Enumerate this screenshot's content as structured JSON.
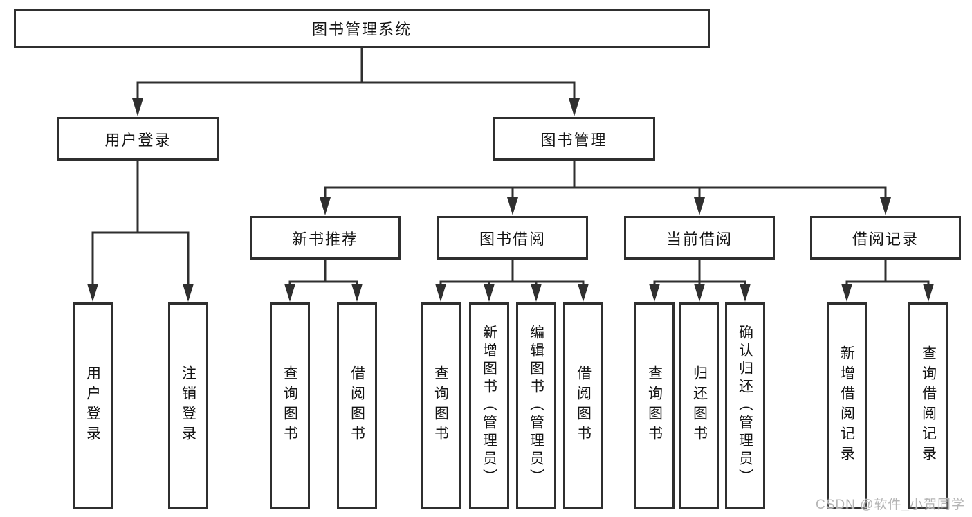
{
  "diagram_title": "图书管理系统",
  "colors": {
    "line": "#2f2f2f",
    "box_border": "#2f2f2f",
    "box_background": "#ffffff",
    "text": "#141414",
    "watermark": "#b5b5b5",
    "background": "#ffffff"
  },
  "nodes": {
    "root": "图书管理系统",
    "level2": {
      "user_login": "用户登录",
      "book_mgmt": "图书管理"
    },
    "level3": {
      "new_book_rec": "新书推荐",
      "book_borrow": "图书借阅",
      "current_borrow": "当前借阅",
      "borrow_record": "借阅记录"
    },
    "leaves": {
      "user_login": "用户登录",
      "logout": "注销登录",
      "nbr_query": "查询图书",
      "nbr_borrow": "借阅图书",
      "bb_query": "查询图书",
      "bb_add": "新增图书（管理员）",
      "bb_edit": "编辑图书（管理员）",
      "bb_borrow": "借阅图书",
      "cb_query": "查询图书",
      "cb_return": "归还图书",
      "cb_confirm": "确认归还（管理员）",
      "br_add": "新增借阅记录",
      "br_query": "查询借阅记录"
    }
  },
  "watermark": "CSDN @软件_小贺同学"
}
